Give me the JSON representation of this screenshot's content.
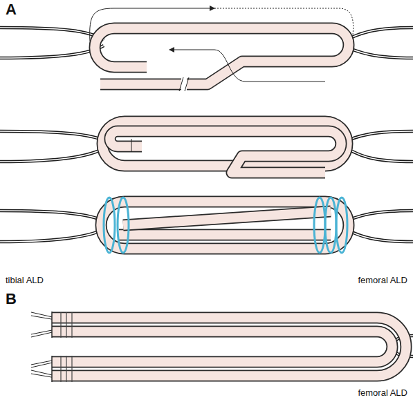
{
  "diagram": {
    "labels": [
      "A",
      "tibial ALD",
      "femoral ALD",
      "B",
      "femoral ALD"
    ]
  }
}
